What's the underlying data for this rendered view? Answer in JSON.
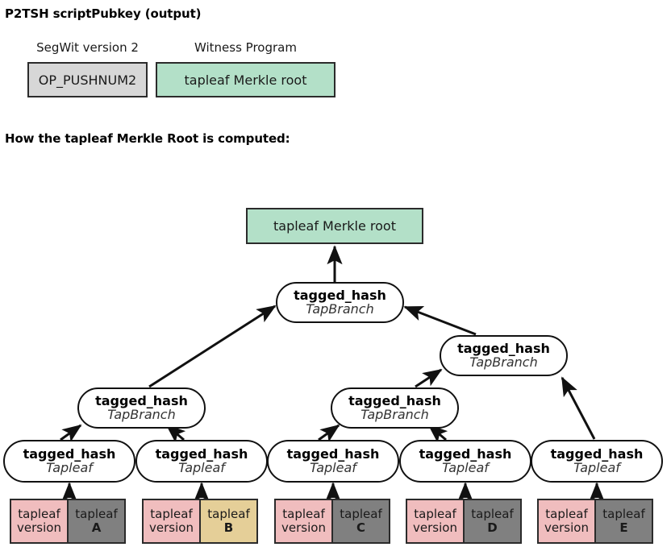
{
  "headings": {
    "scriptpubkey": "P2TSH scriptPubkey (output)",
    "merkle": "How the tapleaf Merkle Root is computed:"
  },
  "scriptpubkey": {
    "fields": [
      {
        "caption": "SegWit version 2",
        "value": "OP_PUSHNUM2",
        "color": "#d7d7d7"
      },
      {
        "caption": "Witness Program",
        "value": "tapleaf Merkle root",
        "color": "#b3e0c8"
      }
    ]
  },
  "tree": {
    "root_box": {
      "label": "tapleaf Merkle root",
      "color": "#b3e0c8"
    },
    "nodes": [
      {
        "id": "branch-root",
        "fn": "tagged_hash",
        "tag": "TapBranch"
      },
      {
        "id": "branch-right",
        "fn": "tagged_hash",
        "tag": "TapBranch"
      },
      {
        "id": "branch-ab",
        "fn": "tagged_hash",
        "tag": "TapBranch"
      },
      {
        "id": "branch-cd",
        "fn": "tagged_hash",
        "tag": "TapBranch"
      },
      {
        "id": "leaf-a",
        "fn": "tagged_hash",
        "tag": "Tapleaf"
      },
      {
        "id": "leaf-b",
        "fn": "tagged_hash",
        "tag": "Tapleaf"
      },
      {
        "id": "leaf-c",
        "fn": "tagged_hash",
        "tag": "Tapleaf"
      },
      {
        "id": "leaf-d",
        "fn": "tagged_hash",
        "tag": "Tapleaf"
      },
      {
        "id": "leaf-e",
        "fn": "tagged_hash",
        "tag": "Tapleaf"
      }
    ],
    "leaves": [
      {
        "version_line1": "tapleaf",
        "version_line2": "version",
        "script_line1": "tapleaf",
        "script_name": "A",
        "script_color": "#808080",
        "version_color": "#f0bdbe"
      },
      {
        "version_line1": "tapleaf",
        "version_line2": "version",
        "script_line1": "tapleaf",
        "script_name": "B",
        "script_color": "#e5cf98",
        "version_color": "#f0bdbe"
      },
      {
        "version_line1": "tapleaf",
        "version_line2": "version",
        "script_line1": "tapleaf",
        "script_name": "C",
        "script_color": "#808080",
        "version_color": "#f0bdbe"
      },
      {
        "version_line1": "tapleaf",
        "version_line2": "version",
        "script_line1": "tapleaf",
        "script_name": "D",
        "script_color": "#808080",
        "version_color": "#f0bdbe"
      },
      {
        "version_line1": "tapleaf",
        "version_line2": "version",
        "script_line1": "tapleaf",
        "script_name": "E",
        "script_color": "#808080",
        "version_color": "#f0bdbe"
      }
    ]
  }
}
